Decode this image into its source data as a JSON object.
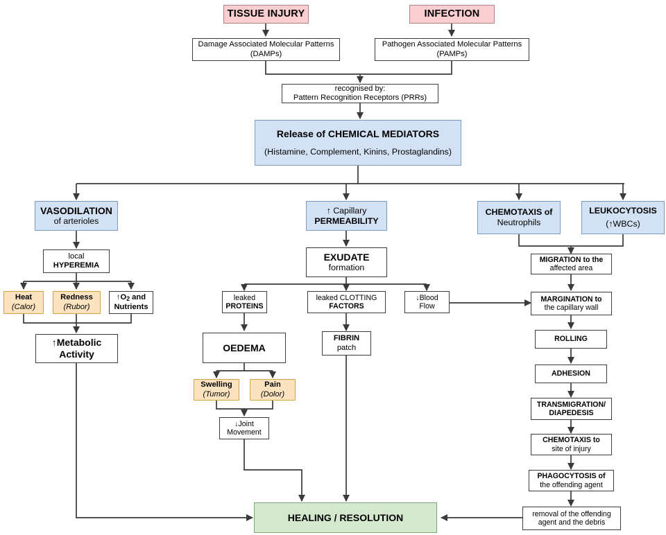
{
  "title": "Inflammation Pathway Flowchart",
  "colors": {
    "pink": "#f9ced0",
    "blue": "#d2e2f4",
    "tan": "#fbe3c0",
    "green": "#d4e8cd",
    "white": "#ffffff",
    "stroke": "#3a3a3a"
  },
  "nodes": {
    "tissue_injury": {
      "line1": "TISSUE INJURY"
    },
    "infection": {
      "line1": "INFECTION"
    },
    "damps": {
      "line1": "Damage Associated Molecular Patterns",
      "line2": "(DAMPs)"
    },
    "pamps": {
      "line1": "Pathogen Associated Molecular Patterns",
      "line2": "(PAMPs)"
    },
    "prrs": {
      "line1": "recognised by:",
      "line2": "Pattern Recognition Receptors (PRRs)"
    },
    "mediators": {
      "line1": "Release of CHEMICAL MEDIATORS",
      "line2": "(Histamine, Complement, Kinins, Prostaglandins)"
    },
    "vasodilation": {
      "line1": "VASODILATION",
      "line2": "of arterioles"
    },
    "permeability": {
      "line1": "↑ Capillary",
      "line2": "PERMEABILITY"
    },
    "chemotaxis_neutrophils": {
      "line1": "CHEMOTAXIS of",
      "line2": "Neutrophils"
    },
    "leukocytosis": {
      "line1": "LEUKOCYTOSIS",
      "line2": "(↑WBCs)"
    },
    "hyperemia": {
      "line1": "local",
      "line2": "HYPEREMIA"
    },
    "exudate": {
      "line1": "EXUDATE",
      "line2": "formation"
    },
    "migration": {
      "line1": "MIGRATION to the",
      "line2": "affected area"
    },
    "heat": {
      "line1": "Heat",
      "line2": "(Calor)"
    },
    "redness": {
      "line1": "Redness",
      "line2": "(Rubor)"
    },
    "o2_nutrients": {
      "line1": "↑O2 and",
      "line2": "Nutrients"
    },
    "leaked_proteins": {
      "line1": "leaked",
      "line2": "PROTEINS"
    },
    "leaked_clotting": {
      "line1": "leaked CLOTTING",
      "line2": "FACTORS"
    },
    "blood_flow": {
      "line1": "↓Blood",
      "line2": "Flow"
    },
    "margination": {
      "line1": "MARGINATION to",
      "line2": "the capillary wall"
    },
    "metabolic": {
      "line1": "↑Metabolic",
      "line2": "Activity"
    },
    "oedema": {
      "line1": "OEDEMA"
    },
    "fibrin": {
      "line1": "FIBRIN",
      "line2": "patch"
    },
    "rolling": {
      "line1": "ROLLING"
    },
    "swelling": {
      "line1": "Swelling",
      "line2": "(Tumor)"
    },
    "pain": {
      "line1": "Pain",
      "line2": "(Dolor)"
    },
    "adhesion": {
      "line1": "ADHESION"
    },
    "joint_movement": {
      "line1": "↓Joint",
      "line2": "Movement"
    },
    "transmigration": {
      "line1": "TRANSMIGRATION/",
      "line2": "DIAPEDESIS"
    },
    "chemotaxis_site": {
      "line1": "CHEMOTAXIS to",
      "line2": "site of injury"
    },
    "phagocytosis": {
      "line1": "PHAGOCYTOSIS of",
      "line2": "the offending agent"
    },
    "removal": {
      "line1": "removal of the offending",
      "line2": "agent and the debris"
    },
    "healing": {
      "line1": "HEALING / RESOLUTION"
    }
  }
}
